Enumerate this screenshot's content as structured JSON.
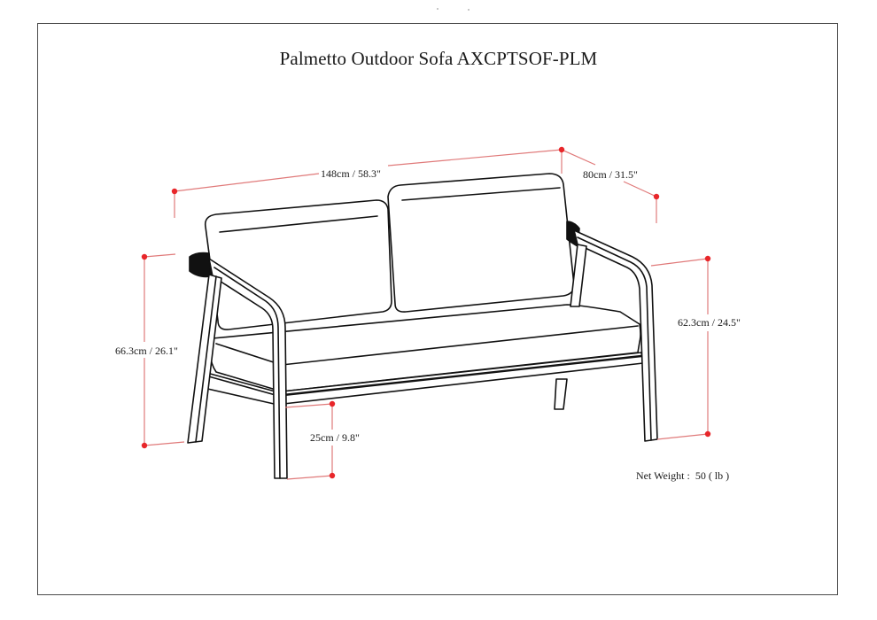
{
  "title": "Palmetto Outdoor Sofa AXCPTSOF-PLM",
  "colors": {
    "dimension_line": "#e07a7a",
    "dimension_dot": "#e8262a",
    "drawing_stroke": "#111111",
    "frame_border": "#4a4a4a"
  },
  "dimensions": {
    "width": {
      "label": "148cm / 58.3\""
    },
    "depth": {
      "label": "80cm / 31.5\""
    },
    "overall_height": {
      "label": "66.3cm / 26.1\""
    },
    "arm_height": {
      "label": "62.3cm / 24.5\""
    },
    "clearance": {
      "label": "25cm / 9.8\""
    }
  },
  "net_weight": {
    "label": "Net Weight :",
    "value": "50 ( lb )"
  }
}
